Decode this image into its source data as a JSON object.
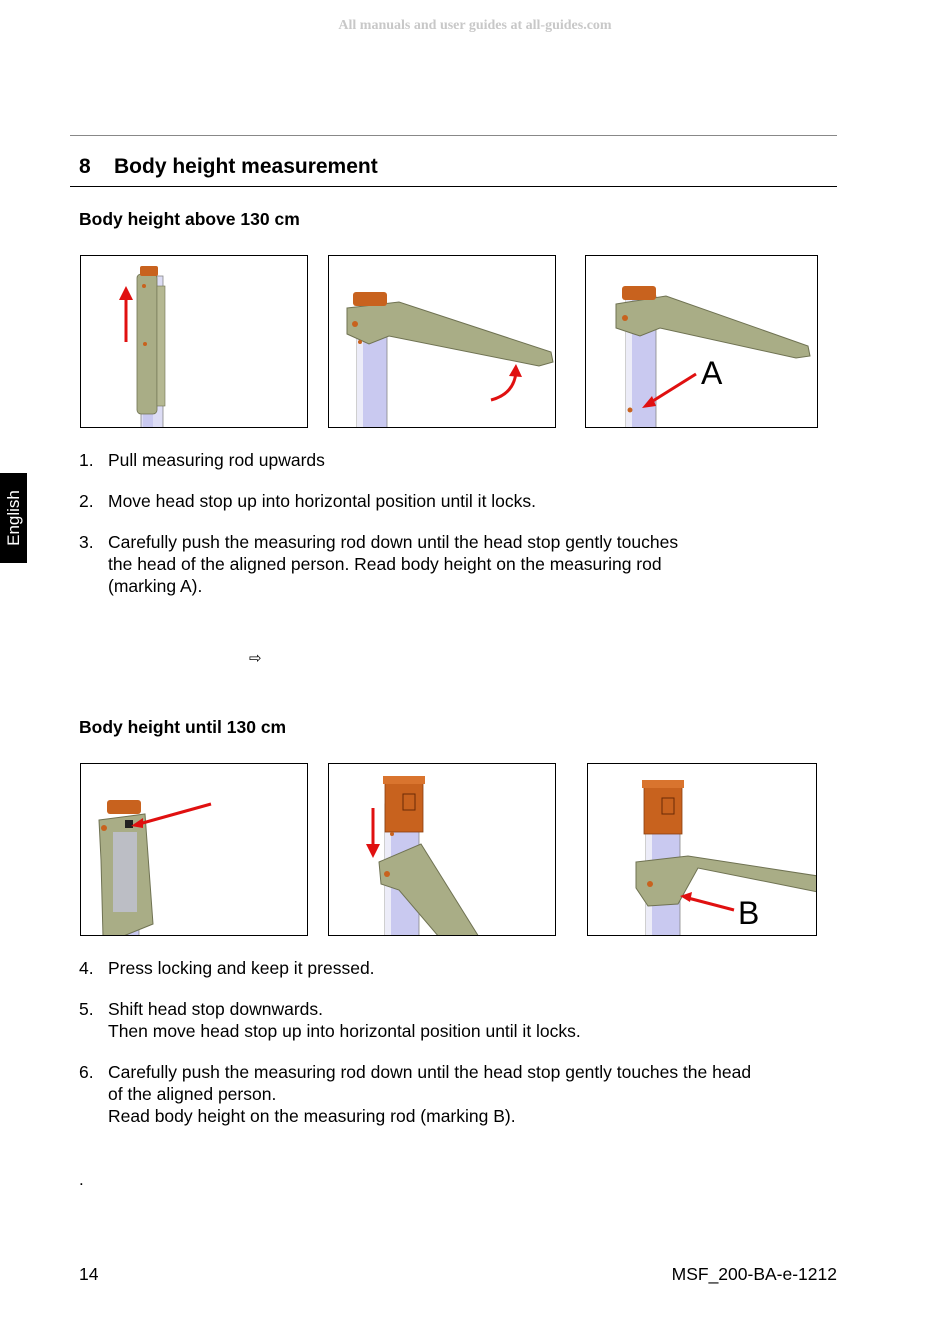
{
  "watermark": "All manuals and user guides at all-guides.com",
  "section": {
    "number": "8",
    "title": "Body height measurement"
  },
  "side_tab": "English",
  "part1": {
    "heading": "Body height above 130 cm",
    "marker_label": "A",
    "steps": [
      {
        "n": "1.",
        "lines": [
          "Pull measuring rod upwards"
        ]
      },
      {
        "n": "2.",
        "lines": [
          "Move head stop up into horizontal position until it locks."
        ]
      },
      {
        "n": "3.",
        "lines": [
          "Carefully push the measuring rod down until the head stop gently touches",
          "the head of the aligned person. Read body height on the measuring rod",
          "(marking A)."
        ]
      }
    ],
    "note_arrow": "⇨"
  },
  "part2": {
    "heading": "Body height until 130 cm",
    "marker_label": "B",
    "steps": [
      {
        "n": "4.",
        "lines": [
          "Press locking and keep it pressed."
        ]
      },
      {
        "n": "5.",
        "lines": [
          "Shift head stop downwards.",
          "Then move head stop up into horizontal position until it locks."
        ]
      },
      {
        "n": "6.",
        "lines": [
          "Carefully push the measuring rod down until the head stop gently touches the head",
          "of the aligned person.",
          "Read body height on the measuring rod (marking B)."
        ]
      }
    ]
  },
  "trailing_dot": ".",
  "footer": {
    "page": "14",
    "doc_id": "MSF_200-BA-e-1212"
  },
  "colors": {
    "rod": "#c9c9f0",
    "arm": "#a9ad86",
    "head": "#c8621e",
    "arrow": "#e01010"
  }
}
